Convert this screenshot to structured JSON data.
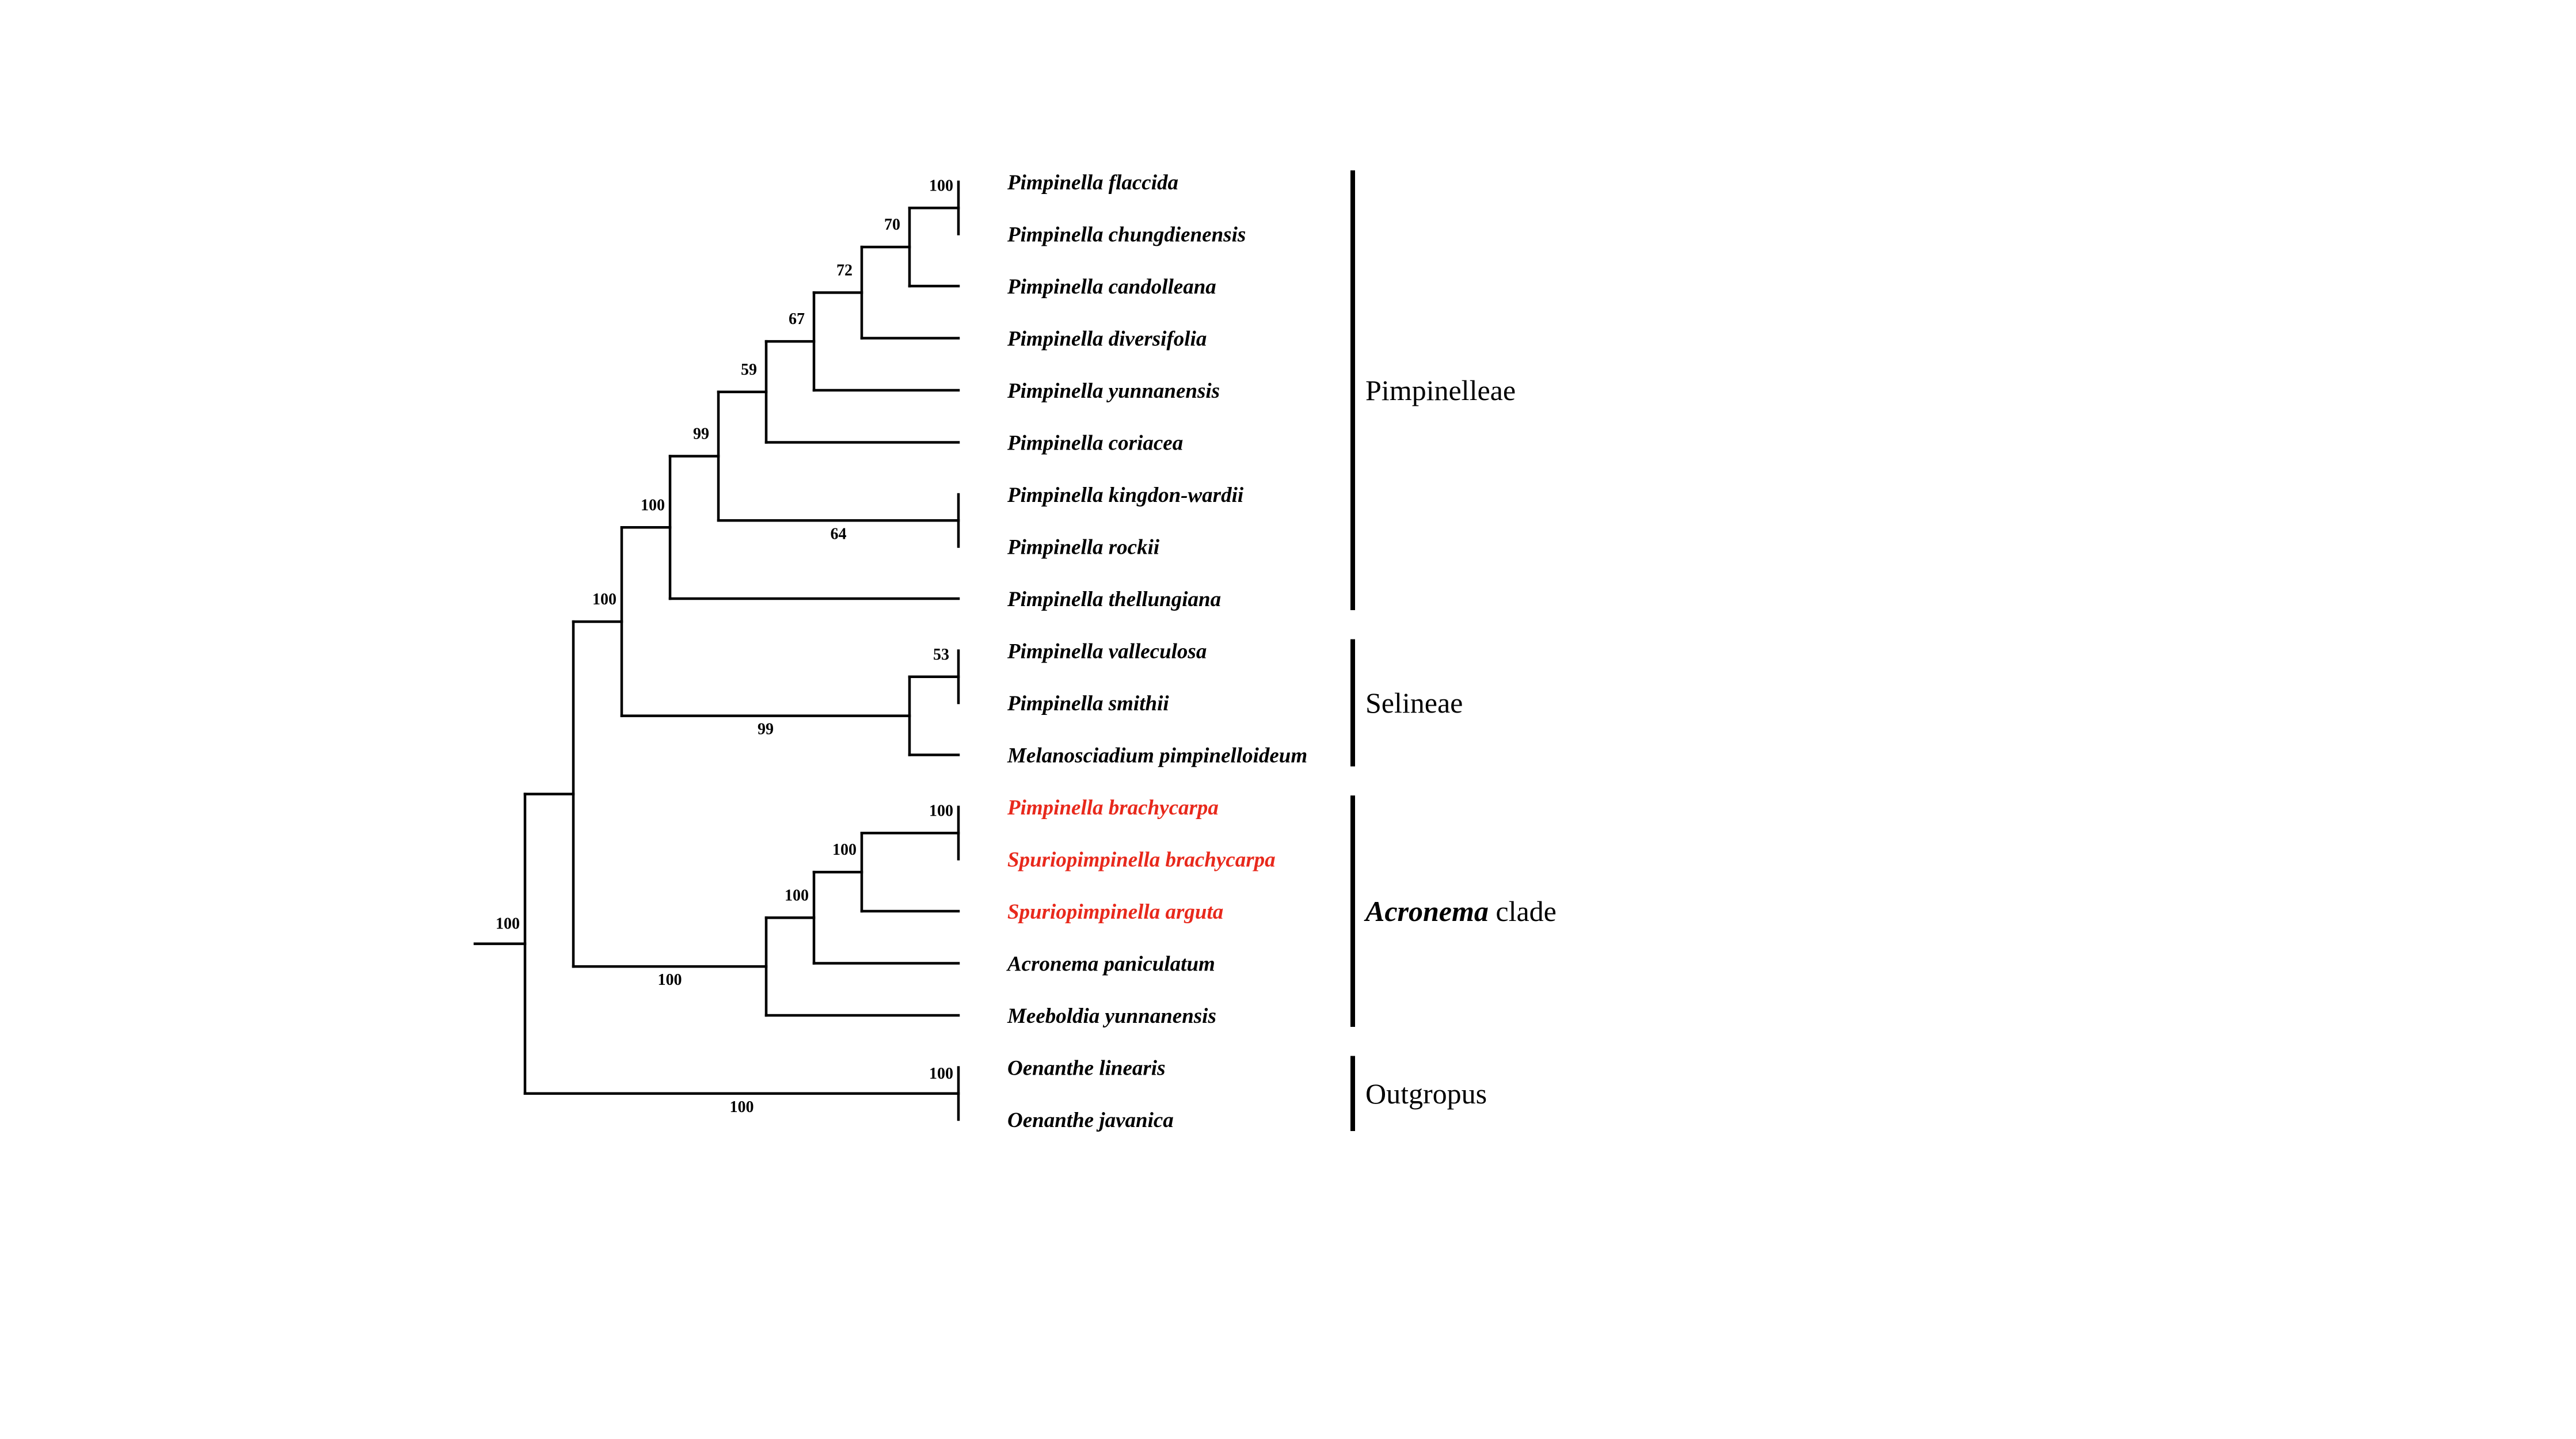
{
  "colors": {
    "text": "#000000",
    "highlight": "#e8291c"
  },
  "taxa": [
    {
      "name": "Pimpinella flaccida",
      "highlight": false
    },
    {
      "name": "Pimpinella chungdienensis",
      "highlight": false
    },
    {
      "name": "Pimpinella candolleana",
      "highlight": false
    },
    {
      "name": "Pimpinella diversifolia",
      "highlight": false
    },
    {
      "name": "Pimpinella yunnanensis",
      "highlight": false
    },
    {
      "name": "Pimpinella coriacea",
      "highlight": false
    },
    {
      "name": "Pimpinella kingdon-wardii",
      "highlight": false
    },
    {
      "name": "Pimpinella rockii",
      "highlight": false
    },
    {
      "name": "Pimpinella thellungiana",
      "highlight": false
    },
    {
      "name": "Pimpinella valleculosa",
      "highlight": false
    },
    {
      "name": "Pimpinella smithii",
      "highlight": false
    },
    {
      "name": "Melanosciadium pimpinelloideum",
      "highlight": false
    },
    {
      "name": "Pimpinella brachycarpa",
      "highlight": true
    },
    {
      "name": "Spuriopimpinella brachycarpa",
      "highlight": true
    },
    {
      "name": "Spuriopimpinella arguta",
      "highlight": true
    },
    {
      "name": "Acronema paniculatum",
      "highlight": false
    },
    {
      "name": "Meeboldia yunnanensis",
      "highlight": false
    },
    {
      "name": "Oenanthe linearis",
      "highlight": false
    },
    {
      "name": "Oenanthe javanica",
      "highlight": false
    }
  ],
  "support_values": [
    {
      "id": "n_flac_chung",
      "value": "100"
    },
    {
      "id": "n_cand",
      "value": "70"
    },
    {
      "id": "n_div",
      "value": "72"
    },
    {
      "id": "n_yun",
      "value": "67"
    },
    {
      "id": "n_cor",
      "value": "59"
    },
    {
      "id": "n_kw_rock",
      "value": "64"
    },
    {
      "id": "n_pimp_kw",
      "value": "99"
    },
    {
      "id": "n_pimpinelleae",
      "value": "100"
    },
    {
      "id": "n_val_smi",
      "value": "53"
    },
    {
      "id": "n_selineae",
      "value": "99"
    },
    {
      "id": "n_ingroup",
      "value": "100"
    },
    {
      "id": "n_pb_sb",
      "value": "100"
    },
    {
      "id": "n_arg",
      "value": "100"
    },
    {
      "id": "n_acr",
      "value": "100"
    },
    {
      "id": "n_acronema",
      "value": "100"
    },
    {
      "id": "n_oen",
      "value": "100"
    },
    {
      "id": "n_oen_stem",
      "value": "100"
    },
    {
      "id": "n_root",
      "value": "100"
    }
  ],
  "groups": [
    {
      "label": "Pimpinelleae",
      "accent": "",
      "first_taxon": 0,
      "last_taxon": 8,
      "highlight": false
    },
    {
      "label": "Selineae",
      "accent": "",
      "first_taxon": 9,
      "last_taxon": 11,
      "highlight": false
    },
    {
      "label": " clade",
      "accent": "Acronema",
      "first_taxon": 12,
      "last_taxon": 16,
      "highlight": true
    },
    {
      "label": "Outgropus",
      "accent": "",
      "first_taxon": 17,
      "last_taxon": 18,
      "highlight": false
    }
  ]
}
